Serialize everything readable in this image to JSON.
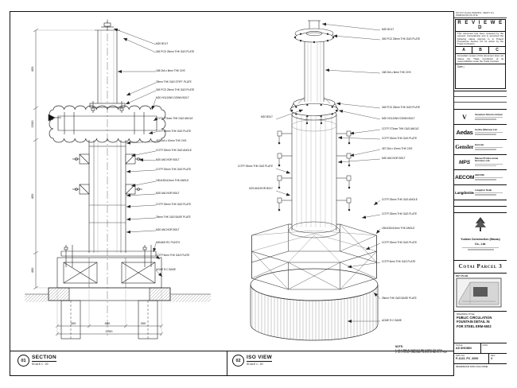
{
  "top_note": "DO NOT SCALE DRAWING. VERIFY ALL DIMENSIONS ON SITE.",
  "section": {
    "id": "01",
    "title": "SECTION",
    "scale": "SCALE 1 : 20",
    "callouts": [
      "M20 BOLT",
      "345 PCD 25mm THK G&S PLATE",
      "168 DIA x 8mm THK CHS",
      "25mm THK G&S STIFF. PLATE",
      "345 PCD 25mm THK G&S PLATE",
      "M20 HOLDING DOWN BOLT",
      "COTP 273mm THK G&S ANGLE",
      "COTP 25mm THK G&S PLATE",
      "457 DIA x 10mm THK CHS",
      "COTP 25mm THK G&S ANGLE",
      "M20 ANCHOR BOLT",
      "COTP 25mm THK G&S PLATE",
      "150x150x10mm THK ANGLE",
      "M20 ANCHOR BOLT",
      "COTP 25mm THK G&S PLATE",
      "25mm THK G&S BASE PLATE",
      "M20 ANCHOR BOLT",
      "600x600 RC PLINTH",
      "COTP 6mm THK G&S PLATE",
      "ACME R.C BASE"
    ],
    "dims_left": [
      "450",
      "1500",
      "450",
      "400"
    ],
    "dims_bottom": [
      "300",
      "600",
      "300"
    ],
    "dim_total": "1200"
  },
  "iso": {
    "id": "02",
    "title": "ISO VIEW",
    "scale": "SCALE 1 : 20",
    "callouts_right": [
      "M20 BOLT",
      "345 PCD 25mm THK G&S PLATE",
      "168 DIA x 8mm THK CHS",
      "345 PCD 25mm THK G&S PLATE",
      "M20 HOLDING DOWN BOLT",
      "COTP 273mm THK G&S ANGLE",
      "COTP 25mm THK G&S PLATE",
      "457 DIA x 10mm THK CHS",
      "M20 ANCHOR BOLT",
      "COTP 25mm THK G&S ANGLE",
      "COTP 25mm THK G&S PLATE",
      "150x150x10mm THK ANGLE",
      "COTP 25mm THK G&S PLATE",
      "COTP 6mm THK G&S PLATE",
      "25mm THK G&S BASE PLATE",
      "ACME R.C BASE"
    ],
    "callouts_left": [
      "M20 BOLT",
      "COTP 25mm THK G&S PLATE",
      "M20 ANCHOR BOLT"
    ]
  },
  "notes": {
    "heading": "NOTE:",
    "items": [
      "1. ALL WELD SHOULD BE FORM ON SITE.",
      "2. ALL FILLET WELDED SHOULD BE 6mm THK."
    ]
  },
  "title_block": {
    "reviewed": {
      "title": "R E V I E W E D",
      "para1": "This document has been reviewed by the relevant Consultant(s) and is accorded the following status referred to in Project Procedures Section 5.0 for action by the Trade Contractor.",
      "statuses": [
        "A",
        "B",
        "C"
      ],
      "para2": "Consultant review of this document does not relieve the Trade Contractor of its responsibilities under the Trade Contract.",
      "date_label": "Date |"
    },
    "consultants": [
      {
        "logo": "V",
        "name": "Venetian Orient Limited"
      },
      {
        "logo": "Aedas",
        "name": "Aedas (Macau) Ltd."
      },
      {
        "logo": "Gensler",
        "name": "Gensler"
      },
      {
        "logo": "MPS",
        "name": "Macau Professional Services Ltd."
      },
      {
        "logo": "AECOM",
        "name": "AECOM"
      },
      {
        "logo": "LangdonSeah",
        "name": "Langdon Seah"
      }
    ],
    "contractor": {
      "name_line1": "Yudean Construction (Macau)",
      "name_line2": "Co., Ltd."
    },
    "project": "Cotai Parcel 3",
    "key_plan_label": "KEY PLAN",
    "drawing_title_label": "DRAWING TITLE:",
    "drawing_title_lines": [
      "PUBLIC CIRCULATION",
      "FOUNTAIN DETAIL IN",
      "FOR STEEL ERM-6502"
    ],
    "fields": {
      "scale_label": "SCALE",
      "scale_value": "AS SHOWN",
      "date_label": "DATE",
      "date_value": "",
      "dwg_label": "DWG NO.",
      "dwg_value": "P-1123_PC_6000",
      "rev_label": "REV",
      "rev_value": "0",
      "ref_label": "REFERENCE DWG FILE NAME"
    }
  }
}
